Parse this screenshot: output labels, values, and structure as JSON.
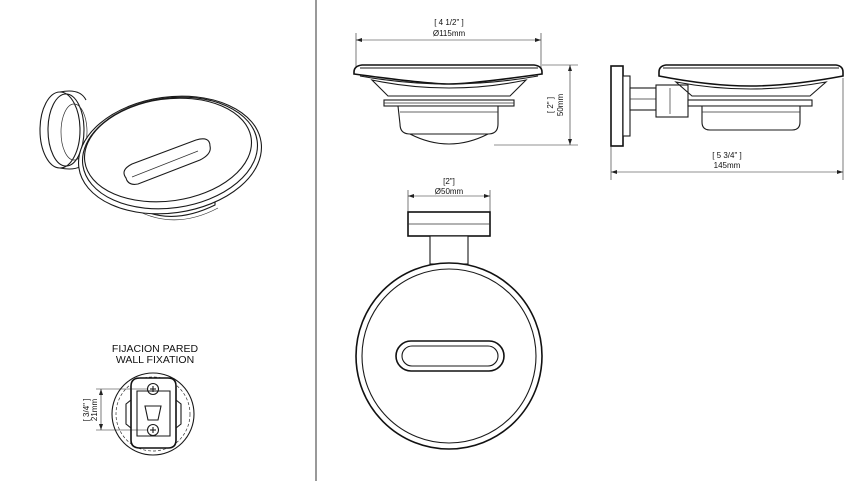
{
  "wall_fixation": {
    "label_es": "FIJACION PARED",
    "label_en": "WALL FIXATION",
    "dim_in": "[ 3/4\" ]",
    "dim_mm": "21mm"
  },
  "front_view": {
    "dim_in": "[ 4 1/2\" ]",
    "dim_mm": "Ø115mm",
    "height_in": "[ 2\" ]",
    "height_mm": "50mm"
  },
  "side_view": {
    "dim_in": "[ 5 3/4\" ]",
    "dim_mm": "145mm"
  },
  "top_view": {
    "dim_in": "[2\"]",
    "dim_mm": "Ø50mm"
  }
}
